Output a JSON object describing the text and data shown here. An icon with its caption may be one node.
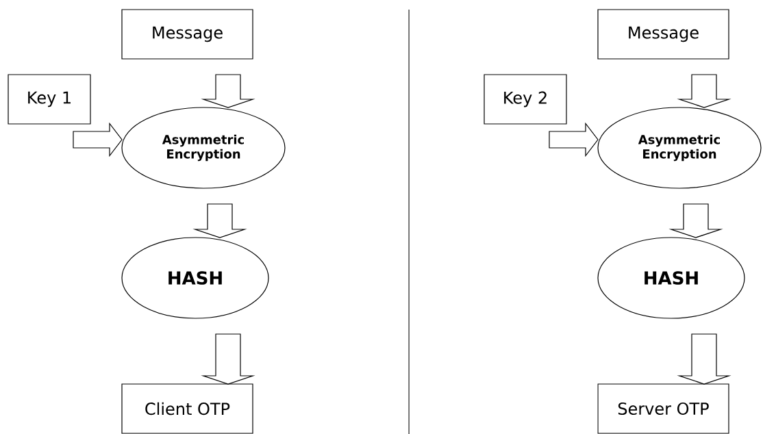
{
  "diagram": {
    "nodes": [
      {
        "text": [
          "Message"
        ]
      },
      {
        "text": [
          "Key 1"
        ]
      },
      {
        "text": [
          "Asymmetric Encryption"
        ]
      },
      {
        "text": [
          "HASH"
        ]
      },
      {
        "text": [
          "Client OTP"
        ]
      },
      {
        "text": [
          "Message"
        ]
      },
      {
        "text": [
          "Key 2"
        ]
      },
      {
        "text": [
          "Asymmetric Encryption"
        ]
      },
      {
        "text": [
          "HASH"
        ]
      },
      {
        "text": [
          "Server OTP"
        ]
      }
    ],
    "edges": [
      {
        "from": 1,
        "to": 2,
        "arrow": "to"
      },
      {
        "from": 0,
        "to": 2,
        "arrow": "to"
      },
      {
        "from": 2,
        "to": 3,
        "arrow": "to"
      },
      {
        "from": 3,
        "to": 4,
        "arrow": "to"
      },
      {
        "from": 6,
        "to": 7,
        "arrow": "to"
      },
      {
        "from": 5,
        "to": 7,
        "arrow": "to"
      },
      {
        "from": 7,
        "to": 8,
        "arrow": "to"
      },
      {
        "from": 8,
        "to": 9,
        "arrow": "to"
      }
    ]
  }
}
